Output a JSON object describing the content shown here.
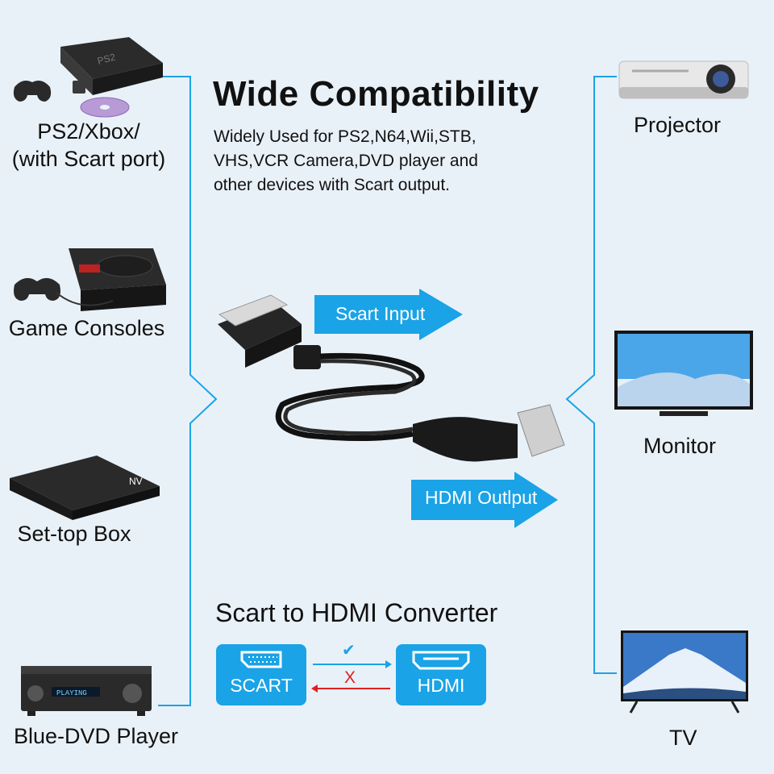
{
  "header": {
    "title": "Wide Compatibility",
    "description_lines": [
      "Widely Used for PS2,N64,Wii,STB,",
      "VHS,VCR Camera,DVD player and",
      "other devices with Scart output."
    ]
  },
  "left_devices": [
    {
      "label_lines": [
        "PS2/Xbox/",
        "(with Scart port)"
      ],
      "icon": "game-console-icon"
    },
    {
      "label_lines": [
        "Game Consoles"
      ],
      "icon": "retro-console-icon"
    },
    {
      "label_lines": [
        "Set-top Box"
      ],
      "icon": "set-top-box-icon"
    },
    {
      "label_lines": [
        "Blue-DVD Player"
      ],
      "icon": "dvd-player-icon"
    }
  ],
  "right_devices": [
    {
      "label": "Projector",
      "icon": "projector-icon"
    },
    {
      "label": "Monitor",
      "icon": "monitor-icon"
    },
    {
      "label": "TV",
      "icon": "tv-icon"
    }
  ],
  "arrows": {
    "input": "Scart Input",
    "output": "HDMI Outlput"
  },
  "converter": {
    "title": "Scart to HDMI Converter",
    "from_label": "SCART",
    "to_label": "HDMI",
    "forward_mark": "✔",
    "reverse_mark": "X"
  },
  "colors": {
    "background": "#e9f1f8",
    "accent": "#1aa3e6",
    "reverse_arrow": "#e02020"
  }
}
